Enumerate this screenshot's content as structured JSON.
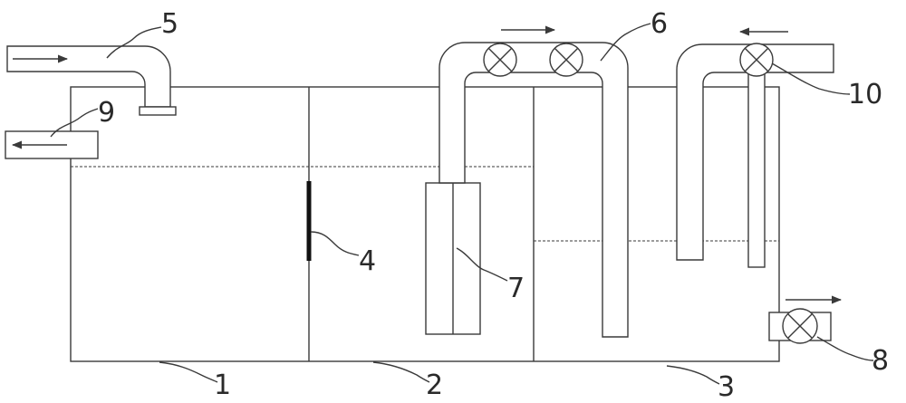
{
  "labels": {
    "chamber_1": "1",
    "chamber_2": "2",
    "chamber_3": "3",
    "baffle": "4",
    "inlet_pipe": "5",
    "transfer_pipe": "6",
    "membrane_module": "7",
    "drain_pump": "8",
    "outlet_pipe": "9",
    "return_pipe": "10"
  },
  "colors": {
    "line": "#3a3a3a",
    "text": "#2a2a2a",
    "background": "#ffffff"
  },
  "icons": {
    "valve": "circle-cross-valve-icon",
    "flow_arrow": "arrow-icon"
  }
}
